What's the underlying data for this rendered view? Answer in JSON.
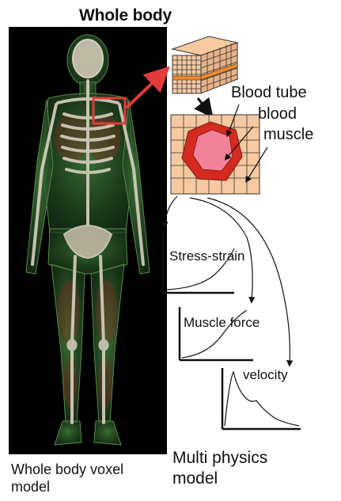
{
  "title": "Whole body",
  "labels": {
    "blood_tube": "Blood tube",
    "blood": "blood",
    "muscle": "muscle",
    "stress_strain": "Stress-strain",
    "muscle_force": "Muscle force",
    "velocity": "velocity"
  },
  "captions": {
    "left_line1": "Whole body voxel",
    "left_line2": "model",
    "right_line1": "Multi physics",
    "right_line2": "model"
  },
  "colors": {
    "accent_red": "#e23b3b",
    "tissue_fill": "#f6c9a0",
    "muscle_red": "#d42a1f",
    "blood_pink": "#f2829a",
    "grid_orange": "#f08a2a"
  }
}
